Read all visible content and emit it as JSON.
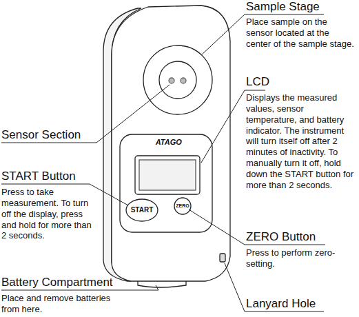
{
  "diagram": {
    "labels": [
      "Sample Stage",
      "Place sample on the sensor located at the center of the sample stage.",
      "LCD",
      "Displays the measured values, sensor temperature, and battery indicator. The instrument will turn itself off after 2 minutes of inactivity. To manually turn it off, hold down the START button for more than 2 seconds.",
      "Sensor Section",
      "START Button",
      "Press to take measurement. To turn off the display, press and hold for more than 2 seconds.",
      "ZERO Button",
      "Press to perform zero-setting.",
      "Battery Compartment",
      "Place and remove batteries from here.",
      "Lanyard Hole",
      "ATAGO",
      "START",
      "ZERO"
    ]
  }
}
